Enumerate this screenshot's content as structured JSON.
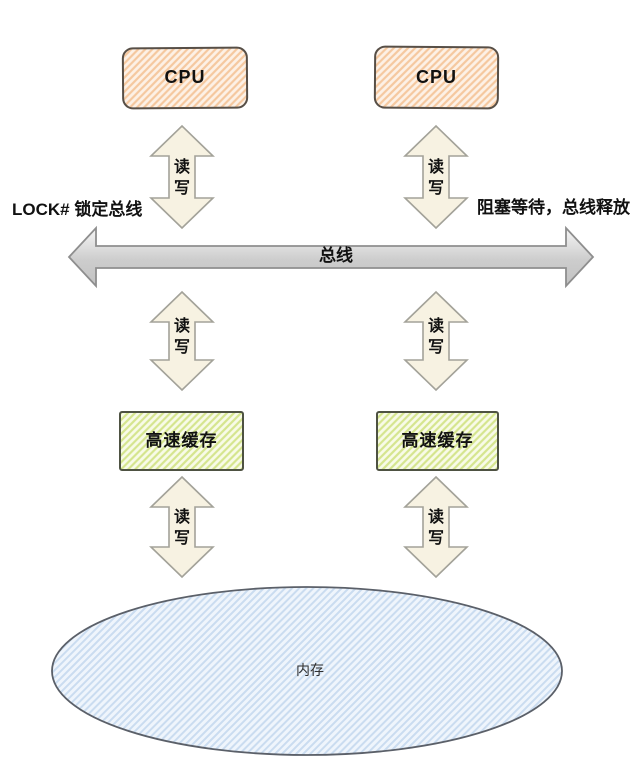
{
  "diagram": {
    "cpu_left": "CPU",
    "cpu_right": "CPU",
    "cache_left": "高速缓存",
    "cache_right": "高速缓存",
    "memory": "内存",
    "bus": "总线",
    "read_write": "读写",
    "annotation_left": "LOCK# 锁定总线",
    "annotation_right": "阻塞等待，总线释放",
    "colors": {
      "cpu_fill": "#fdf1e6",
      "cpu_hatch": "#f5c89f",
      "cpu_border": "#574f47",
      "cache_fill": "#f8fbe8",
      "cache_hatch": "#d5e58e",
      "cache_border": "#4e5242",
      "memory_fill": "#eff5fc",
      "memory_hatch": "#cadcf0",
      "memory_border": "#5b6069",
      "rw_arrow_fill": "#f7f2e2",
      "rw_arrow_border": "#a3a299",
      "bus_fill": "#cccccc",
      "bus_border": "#8e8e8e"
    }
  }
}
